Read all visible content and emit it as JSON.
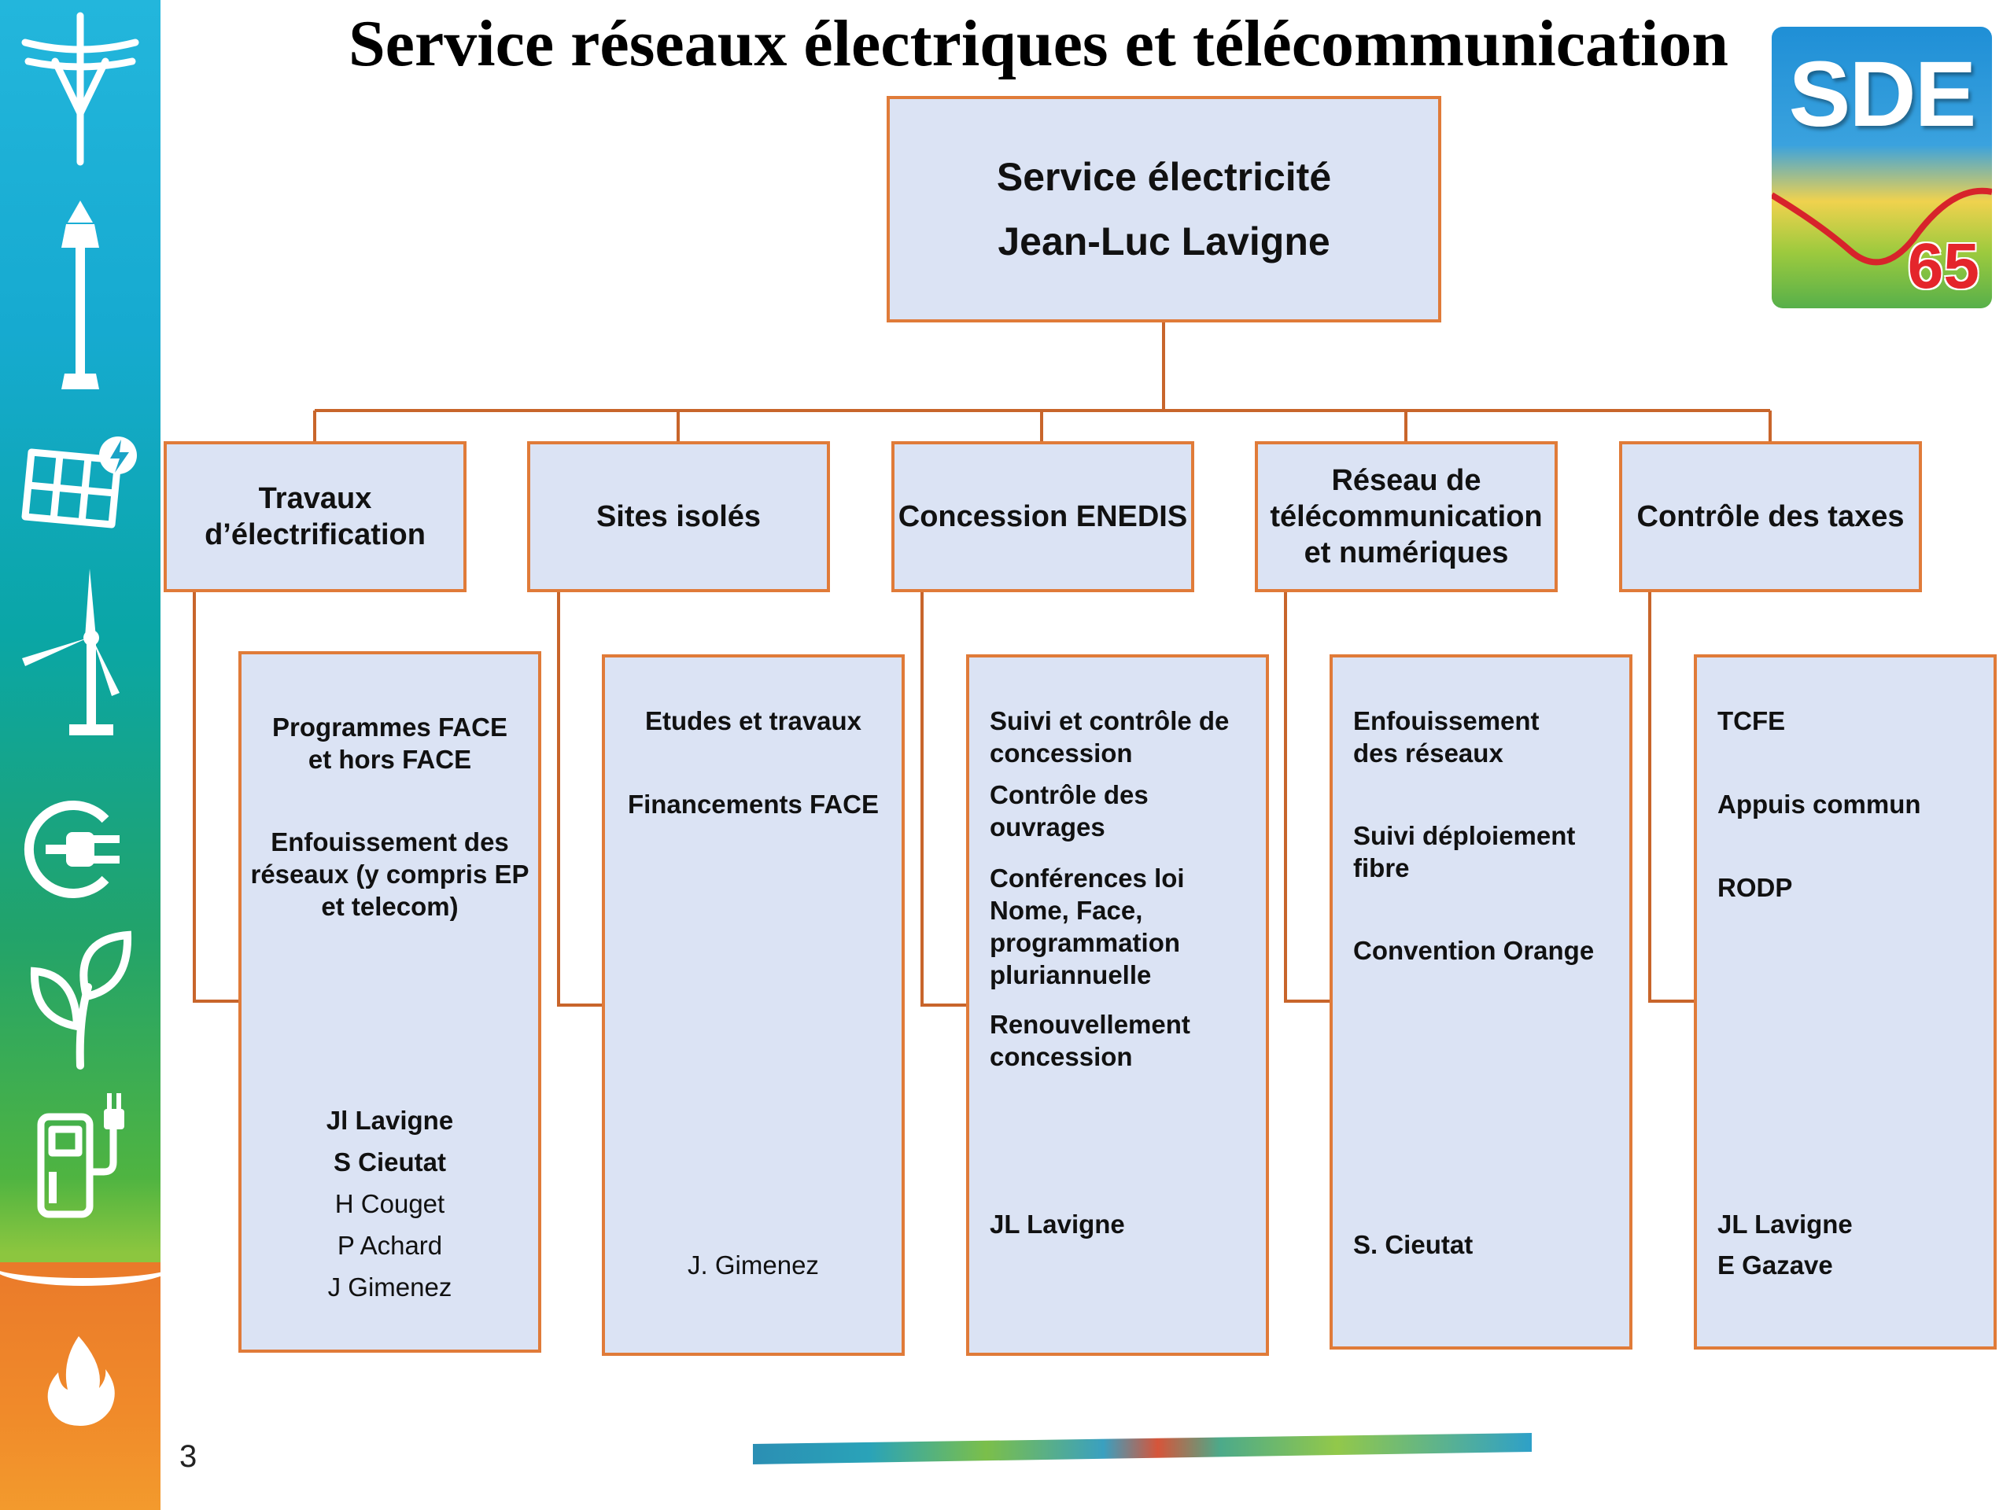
{
  "title": "Service réseaux électriques et télécommunication",
  "logo": {
    "text": "SDE",
    "number": "65"
  },
  "slide_number": "3",
  "head": {
    "line1": "Service électricité",
    "line2": "Jean-Luc Lavigne"
  },
  "categories": [
    {
      "lines": [
        "Travaux",
        "d’électrification"
      ]
    },
    {
      "lines": [
        "Sites isolés"
      ]
    },
    {
      "lines": [
        "Concession ENEDIS"
      ]
    },
    {
      "lines": [
        "Réseau de",
        "télécommunication",
        "et numériques"
      ]
    },
    {
      "lines": [
        "Contrôle des taxes"
      ]
    }
  ],
  "details": [
    {
      "items": [
        "Programmes FACE et hors FACE",
        "Enfouissement des réseaux (y compris EP et telecom)"
      ],
      "people": [
        "Jl Lavigne",
        "S Cieutat",
        "H Couget",
        "P Achard",
        "J Gimenez"
      ]
    },
    {
      "items": [
        "Etudes et travaux",
        "Financements FACE"
      ],
      "people": [
        "J. Gimenez"
      ]
    },
    {
      "items": [
        "Suivi et contrôle de concession",
        "Contrôle des ouvrages",
        "Conférences loi Nome, Face, programmation pluriannuelle",
        "Renouvellement concession"
      ],
      "people": [
        "JL Lavigne"
      ]
    },
    {
      "items": [
        "Enfouissement des réseaux",
        "Suivi déploiement fibre",
        "Convention Orange"
      ],
      "people": [
        "S. Cieutat"
      ]
    },
    {
      "items": [
        "TCFE",
        "Appuis commun",
        "RODP"
      ],
      "people": [
        "JL Lavigne",
        "E Gazave"
      ]
    }
  ],
  "sidebar_icons": [
    "power-pole-icon",
    "street-lamp-icon",
    "solar-panel-icon",
    "wind-turbine-icon",
    "electric-plug-icon",
    "leaves-icon",
    "ev-charging-icon",
    "flame-icon"
  ],
  "colors": {
    "box_fill": "#dbe3f4",
    "box_border": "#e07b39",
    "connector": "#c8652b"
  }
}
